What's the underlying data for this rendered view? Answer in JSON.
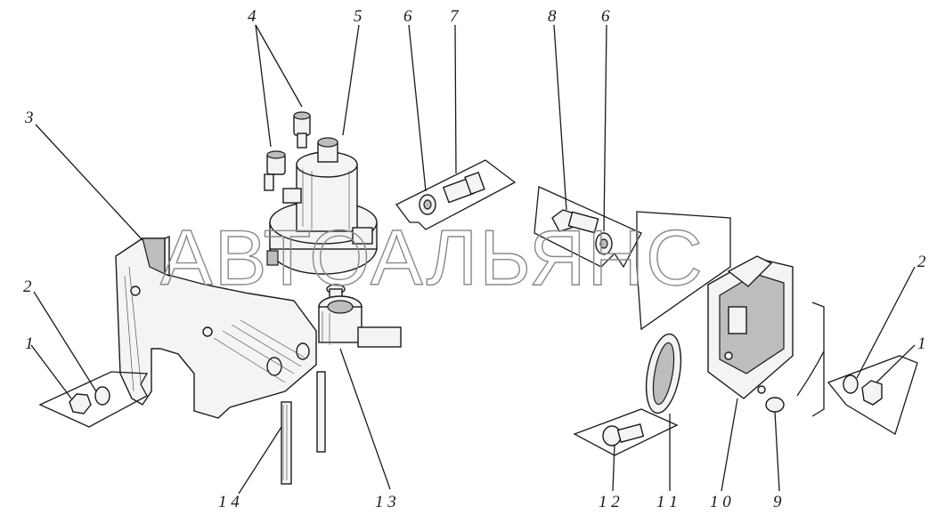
{
  "watermark": "АВТОАЛЬЯНС",
  "callouts": [
    {
      "id": "4",
      "text": "4"
    },
    {
      "id": "5",
      "text": "5"
    },
    {
      "id": "6a",
      "text": "6"
    },
    {
      "id": "7",
      "text": "7"
    },
    {
      "id": "8",
      "text": "8"
    },
    {
      "id": "6b",
      "text": "6"
    },
    {
      "id": "3",
      "text": "3"
    },
    {
      "id": "2a",
      "text": "2"
    },
    {
      "id": "1a",
      "text": "1"
    },
    {
      "id": "2b",
      "text": "2"
    },
    {
      "id": "1b",
      "text": "1"
    },
    {
      "id": "14",
      "text": "1 4"
    },
    {
      "id": "13",
      "text": "1 3"
    },
    {
      "id": "12",
      "text": "1 2"
    },
    {
      "id": "11",
      "text": "1 1"
    },
    {
      "id": "10",
      "text": "1 0"
    },
    {
      "id": "9",
      "text": "9"
    }
  ]
}
